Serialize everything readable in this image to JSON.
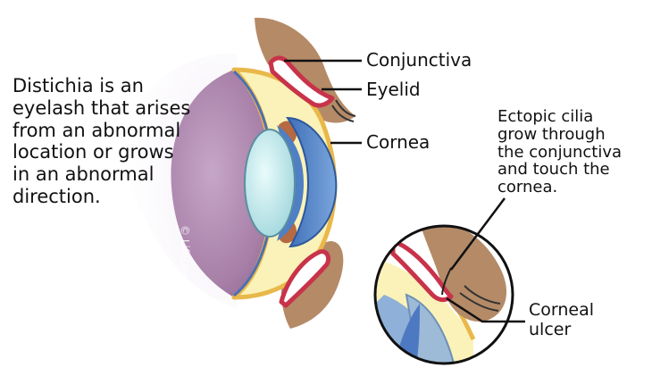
{
  "description": {
    "lines": [
      "Distichia is an",
      "eyelash that arises",
      "from an abnormal",
      "location or grows",
      "in an abnormal",
      "direction."
    ]
  },
  "labels": {
    "conjunctiva": "Conjunctiva",
    "eyelid": "Eyelid",
    "cornea": "Cornea",
    "corneal_ulcer": [
      "Corneal",
      "ulcer"
    ]
  },
  "ectopic_note": {
    "lines": [
      "Ectopic cilia",
      "grow through",
      "the conjunctiva",
      "and touch the",
      "cornea."
    ]
  },
  "watermark": "© LifeLearn Inc.",
  "colors": {
    "eyelid_skin": "#b48a67",
    "conjunctiva": "#c8334a",
    "cornea_fill": "#faf2b8",
    "cornea_outline": "#e9b84a",
    "globe": "#a77fa7",
    "iris": "#5d8ac6",
    "lens": "#b7e3e6",
    "ciliary": "#b56a42"
  }
}
